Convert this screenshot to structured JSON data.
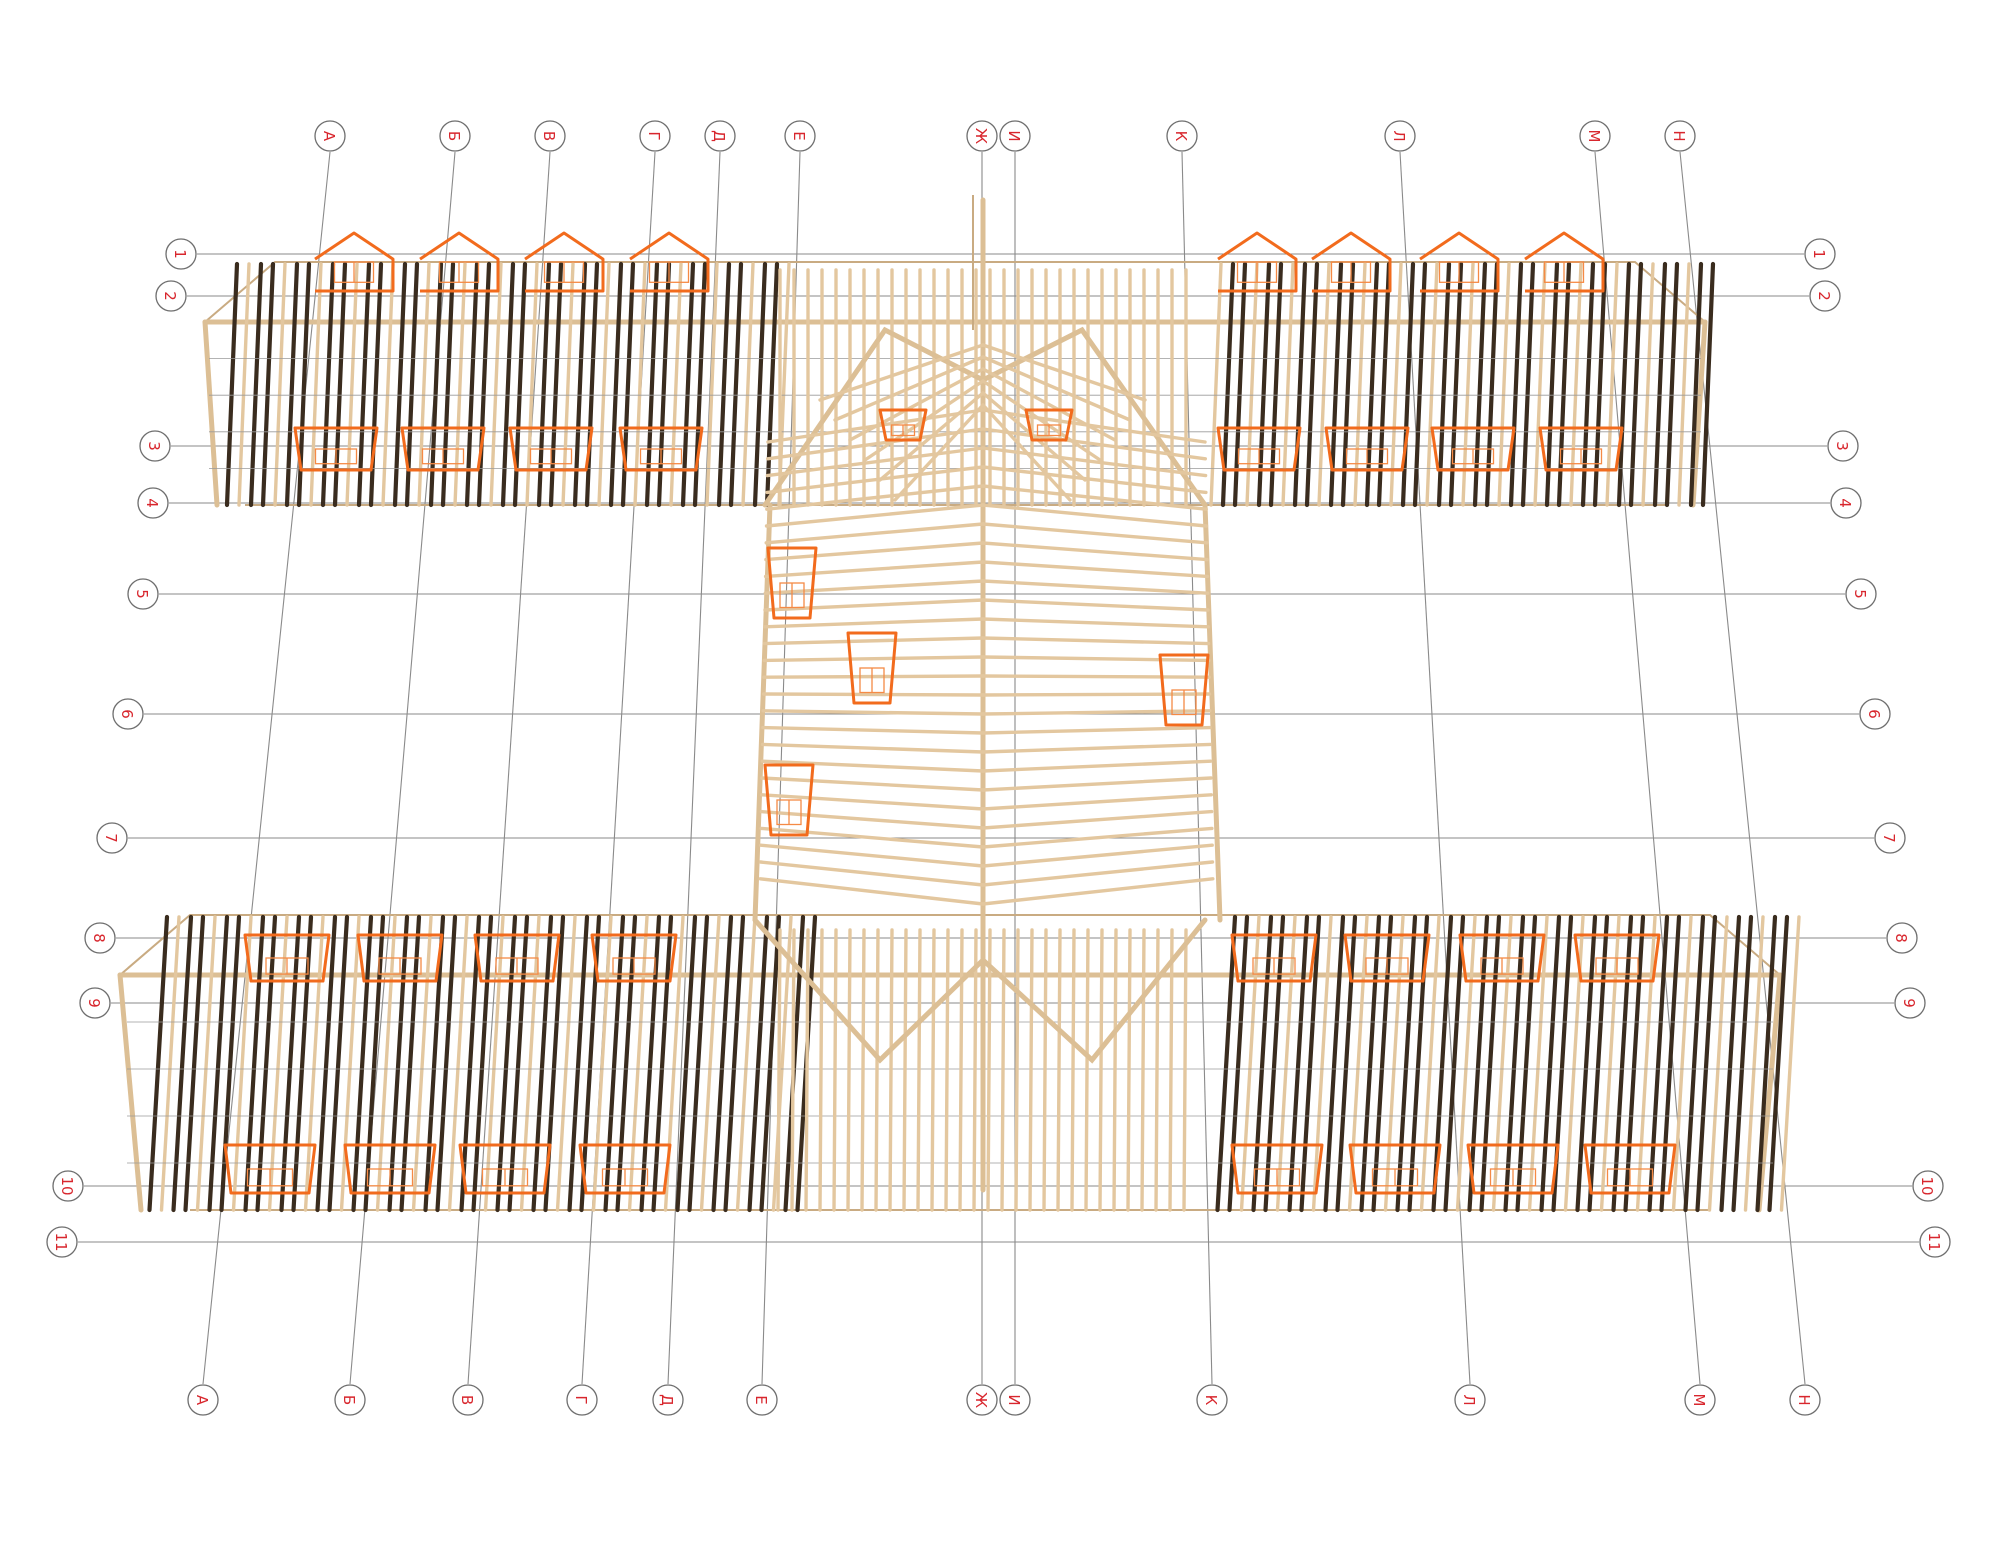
{
  "diagram": {
    "column_axes": {
      "top": [
        "А",
        "Б",
        "В",
        "Г",
        "Д",
        "Е",
        "Ж",
        "И",
        "К",
        "Л",
        "М",
        "Н"
      ],
      "bottom": [
        "А",
        "Б",
        "В",
        "Г",
        "Д",
        "Е",
        "Ж",
        "И",
        "К",
        "Л",
        "М",
        "Н"
      ]
    },
    "row_axes": {
      "left": [
        "1",
        "2",
        "3",
        "4",
        "5",
        "6",
        "7",
        "8",
        "9",
        "10",
        "11"
      ],
      "right": [
        "1",
        "2",
        "3",
        "4",
        "5",
        "6",
        "7",
        "8",
        "9",
        "10",
        "11"
      ]
    },
    "colors": {
      "axis_label": "#d8262d",
      "grid_line": "#8a8a8a",
      "rafter_dark": "#3a2c1e",
      "rafter_light": "#e3c79f",
      "dormer": "#f26b1d"
    }
  }
}
